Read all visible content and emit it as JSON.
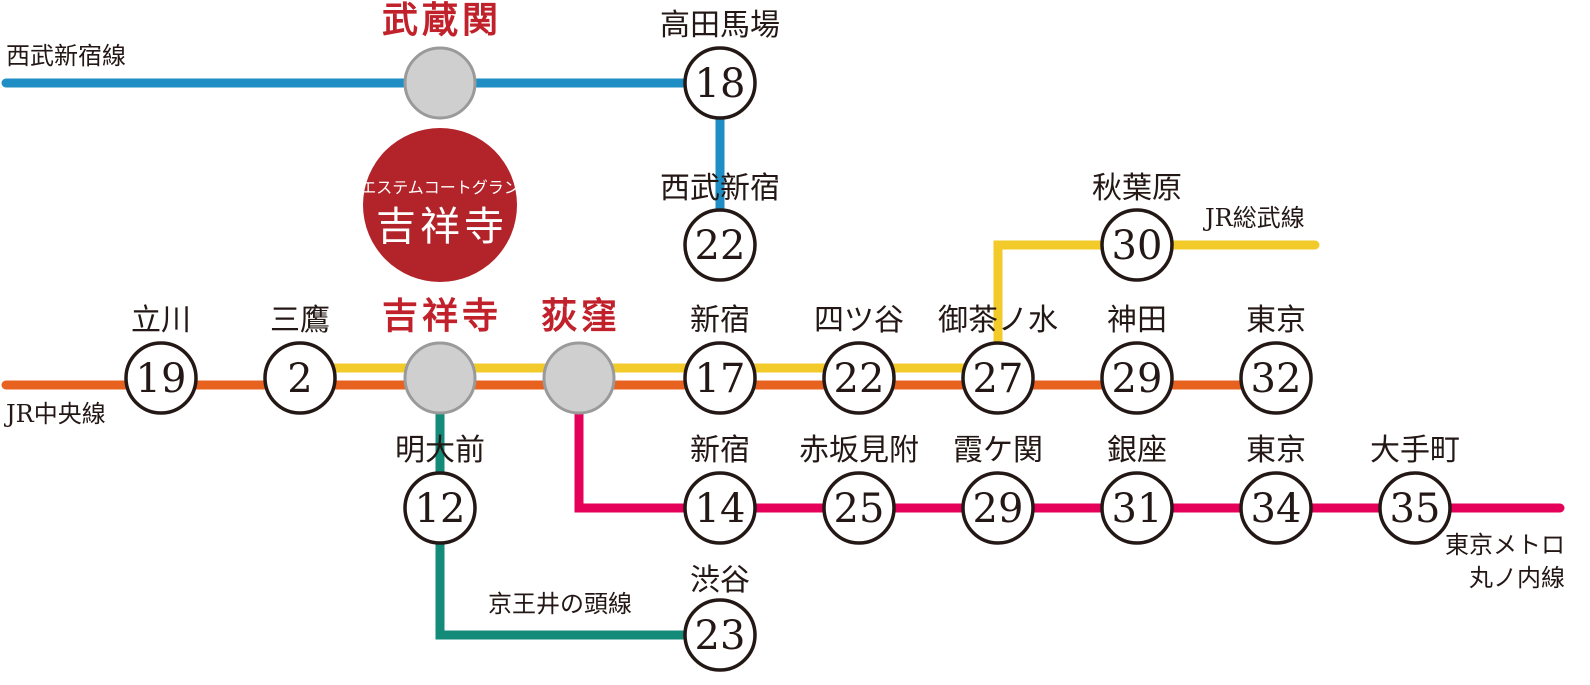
{
  "property": {
    "catch": "エステムコートグラン",
    "name": "吉祥寺",
    "color": "#b3232a"
  },
  "lines": {
    "seibu": {
      "label": "西武新宿線",
      "color": "#1e8ec5"
    },
    "jr_chuo": {
      "label": "JR中央線",
      "color": "#e8621f"
    },
    "jr_sobu": {
      "label": "JR総武線",
      "color": "#f2cb2a"
    },
    "marunouchi": {
      "label_1": "東京メトロ",
      "label_2": "丸ノ内線",
      "color": "#e5005a"
    },
    "inokashira": {
      "label": "京王井の頭線",
      "color": "#138b78"
    }
  },
  "hubs": {
    "musashiseki": "武蔵関",
    "kichijoji": "吉祥寺",
    "ogikubo": "荻窪"
  },
  "stations": {
    "takadanobaba": {
      "name": "高田馬場",
      "minutes": "18"
    },
    "seibushinjuku": {
      "name": "西武新宿",
      "minutes": "22"
    },
    "akihabara": {
      "name": "秋葉原",
      "minutes": "30"
    },
    "tachikawa": {
      "name": "立川",
      "minutes": "19"
    },
    "mitaka": {
      "name": "三鷹",
      "minutes": "2"
    },
    "shinjuku_jr": {
      "name": "新宿",
      "minutes": "17"
    },
    "yotsuya": {
      "name": "四ツ谷",
      "minutes": "22"
    },
    "ochanomizu": {
      "name": "御茶ノ水",
      "minutes": "27"
    },
    "kanda": {
      "name": "神田",
      "minutes": "29"
    },
    "tokyo_jr": {
      "name": "東京",
      "minutes": "32"
    },
    "meidaimae": {
      "name": "明大前",
      "minutes": "12"
    },
    "shinjuku_m": {
      "name": "新宿",
      "minutes": "14"
    },
    "akasakamitsuke": {
      "name": "赤坂見附",
      "minutes": "25"
    },
    "kasumigaseki": {
      "name": "霞ケ関",
      "minutes": "29"
    },
    "ginza": {
      "name": "銀座",
      "minutes": "31"
    },
    "tokyo_m": {
      "name": "東京",
      "minutes": "34"
    },
    "otemachi": {
      "name": "大手町",
      "minutes": "35"
    },
    "shibuya": {
      "name": "渋谷",
      "minutes": "23"
    }
  }
}
